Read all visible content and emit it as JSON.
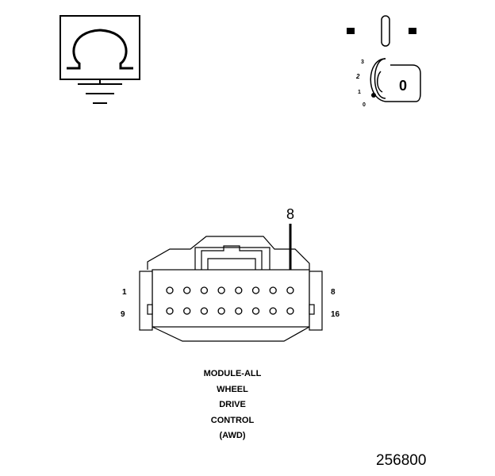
{
  "ohmmeter_symbol": {
    "glyph": "Ω"
  },
  "ignition_switch": {
    "positions": [
      "3",
      "2",
      "1",
      "0"
    ],
    "key_label": "0"
  },
  "connector": {
    "pointer_label": "8",
    "row1_left": "1",
    "row1_right": "8",
    "row2_left": "9",
    "row2_right": "16"
  },
  "caption": {
    "lines": [
      "MODULE-ALL",
      "WHEEL",
      "DRIVE",
      "CONTROL",
      "(AWD)"
    ]
  },
  "figure_id": "256800"
}
